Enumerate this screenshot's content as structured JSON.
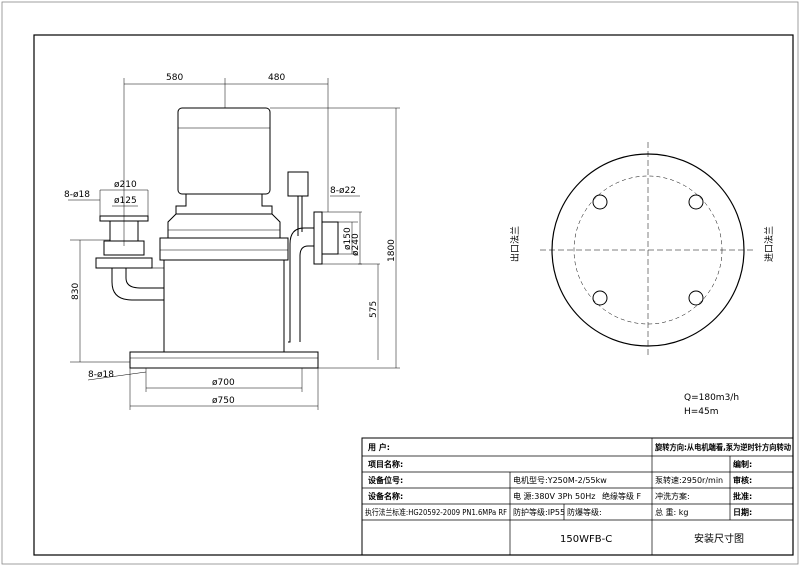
{
  "dimensions": {
    "d580": "580",
    "d480": "480",
    "phi210": "ø210",
    "phi125": "ø125",
    "holes_left": "8-ø18",
    "holes_right": "8-ø22",
    "phi150": "ø150",
    "phi240": "ø240",
    "d830": "830",
    "d575": "575",
    "d1800": "1800",
    "holes_base": "8-ø18",
    "phi700": "ø700",
    "phi750": "ø750"
  },
  "plan_view": {
    "outlet_label": "出口法兰",
    "inlet_label": "进口法兰"
  },
  "specs": {
    "flow": "Q=180m3/h",
    "head": "H=45m"
  },
  "title_block": {
    "user_label": "用    户:",
    "rotation_note": "旋转方向:从电机端看,泵为逆时针方向转动",
    "project_label": "项目名称:",
    "draw_label": "编制:",
    "position_label": "设备位号:",
    "motor_model": "电机型号:Y250M-2/55kw",
    "pump_speed": "泵转速:2950r/min",
    "review_label": "审核:",
    "equipment_label": "设备名称:",
    "power": "电    源:380V 3Ph 50Hz",
    "insulation": "绝缘等级 F",
    "flush": "冲洗方案:",
    "approve_label": "批准:",
    "flange_std": "执行法兰标准:HG20592-2009 PN1.6MPa RF",
    "protection": "防护等级:IP55",
    "explosion": "防爆等级:",
    "weight": "总    重:      kg",
    "date_label": "日期:",
    "model": "150WFB-C",
    "drawing_title": "安装尺寸图"
  }
}
